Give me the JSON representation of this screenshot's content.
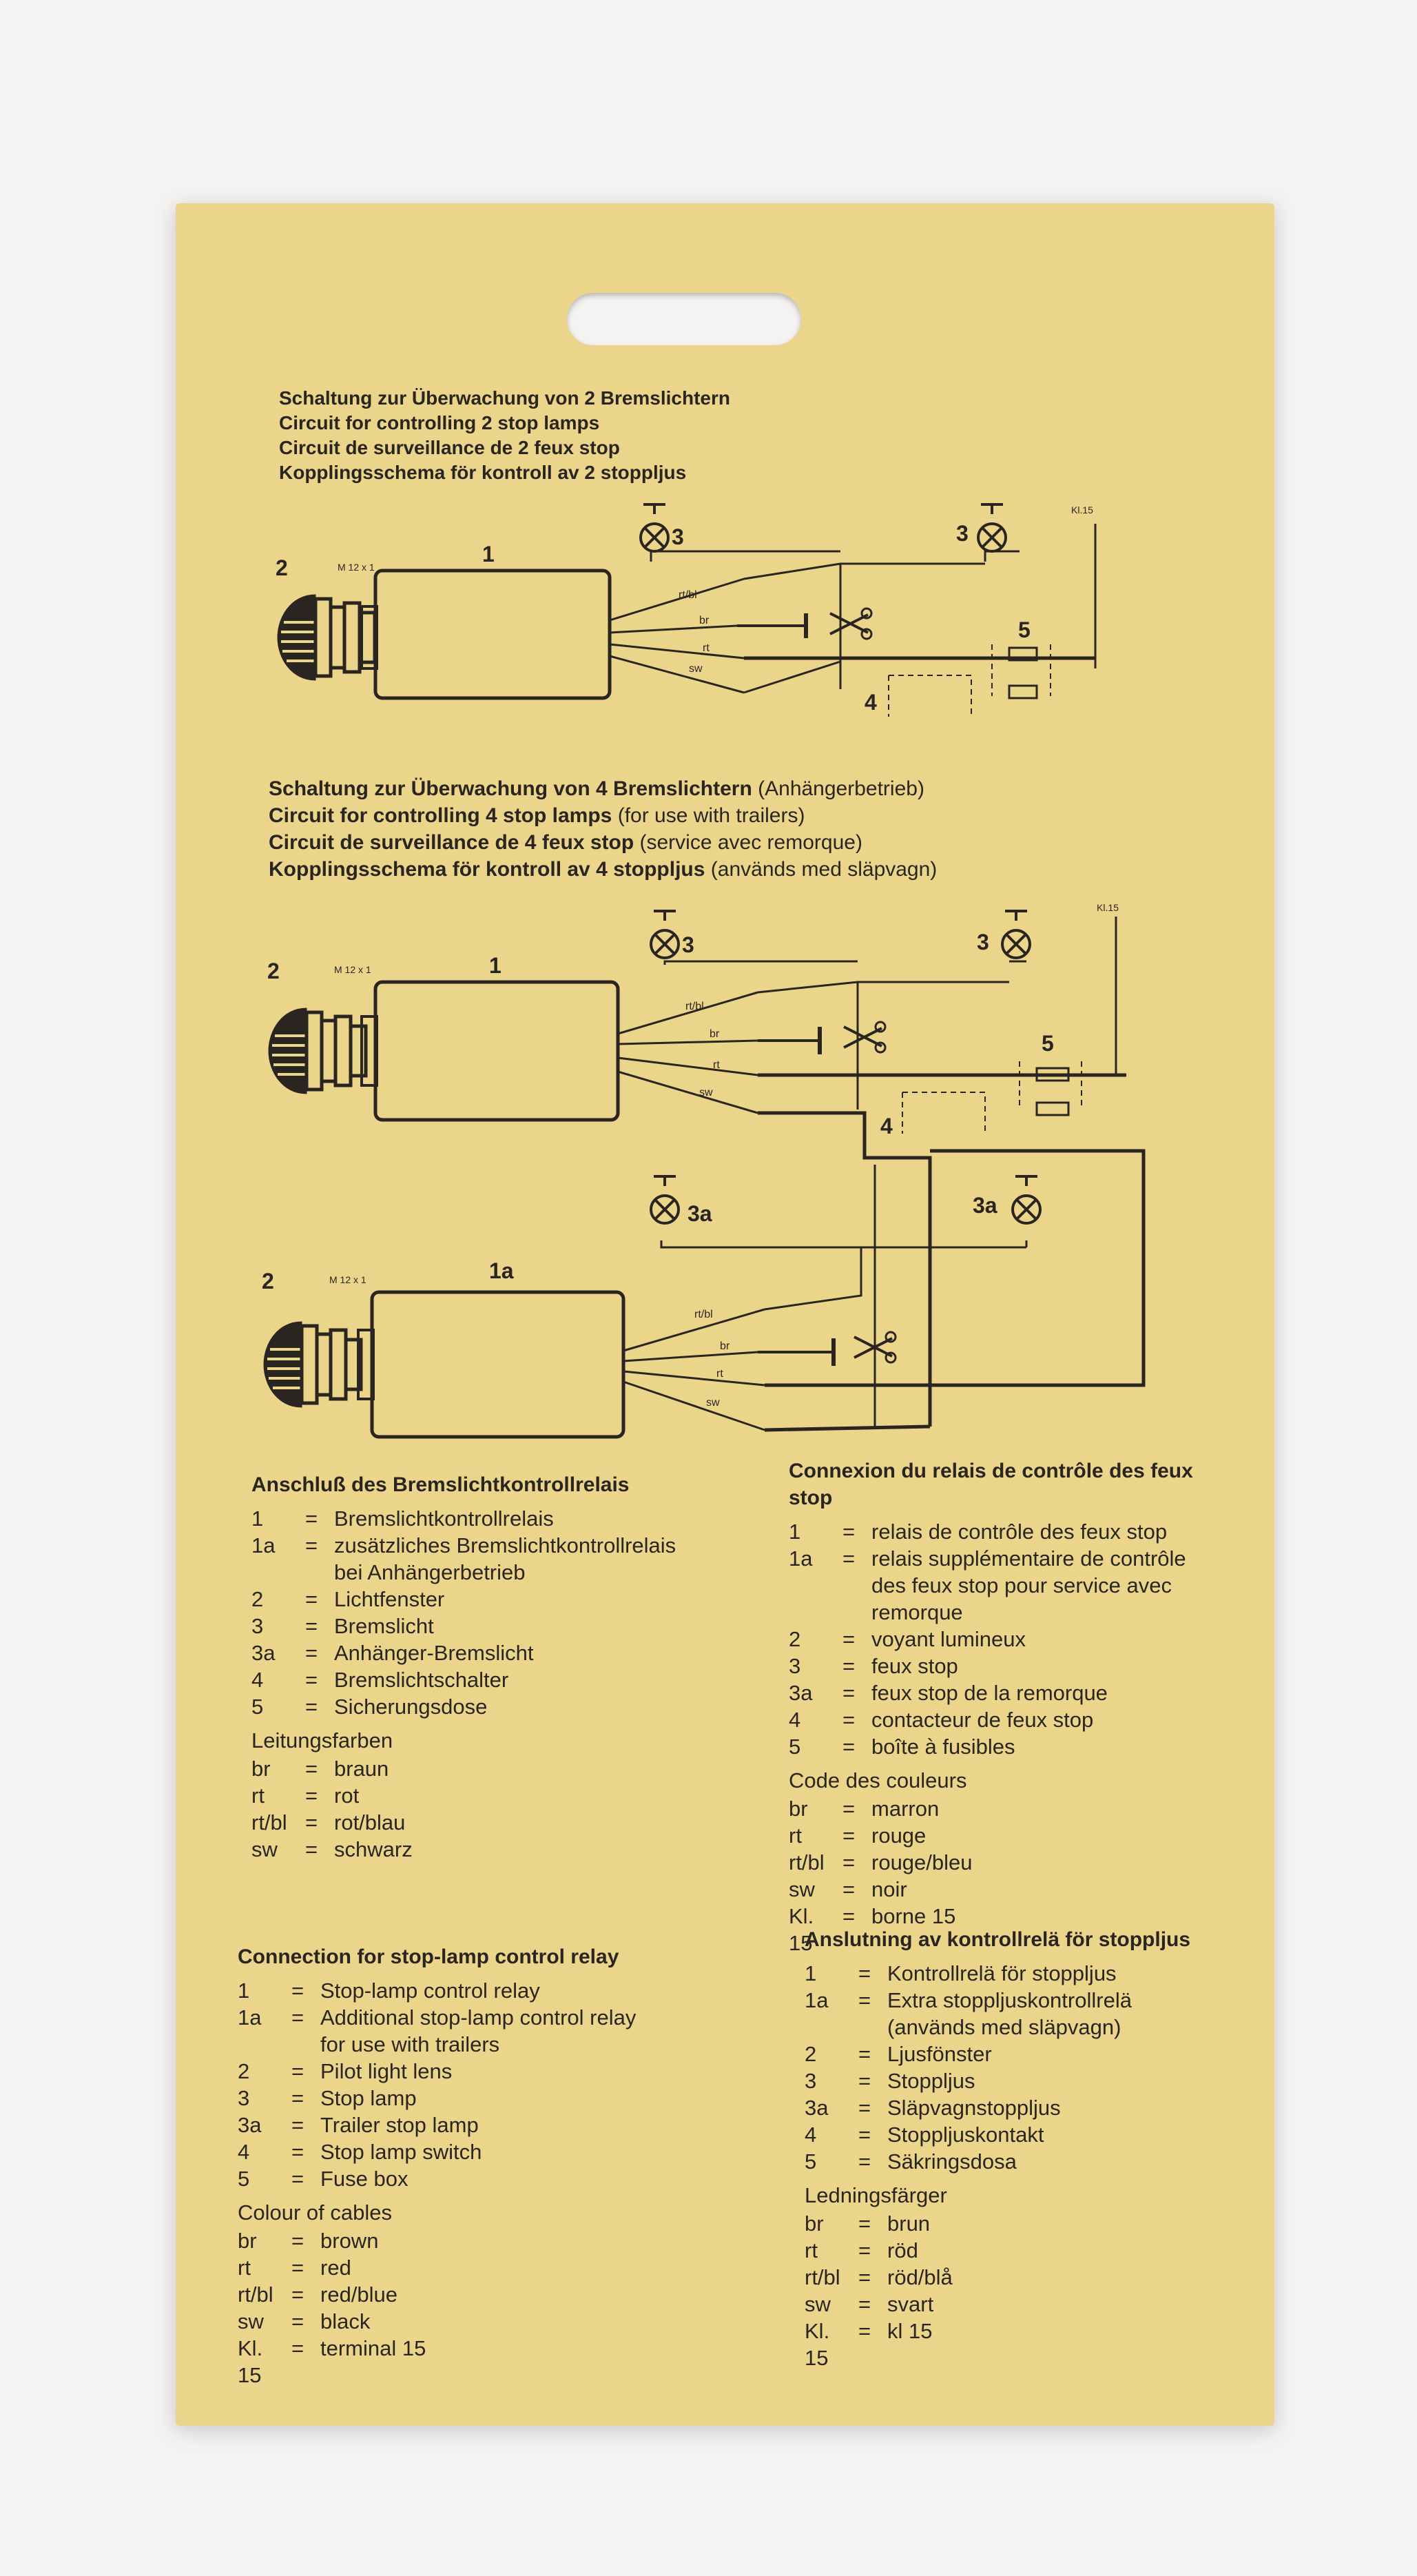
{
  "top_section": {
    "lines": [
      "Schaltung zur Überwachung von 2 Bremslichtern",
      "Circuit for controlling 2 stop lamps",
      "Circuit de surveillance de 2 feux stop",
      "Kopplingsschema för kontroll av 2 stoppljus"
    ]
  },
  "second_section": {
    "lines": [
      {
        "bold": "Schaltung zur Überwachung von 4 Bremslichtern",
        "normal": " (Anhängerbetrieb)"
      },
      {
        "bold": "Circuit for controlling 4 stop lamps",
        "normal": " (for use with trailers)"
      },
      {
        "bold": "Circuit de surveillance de 4 feux stop",
        "normal": " (service avec remorque)"
      },
      {
        "bold": "Kopplingsschema för kontroll av 4 stoppljus",
        "normal": " (används med släpvagn)"
      }
    ]
  },
  "diagram_labels": {
    "relay": "1",
    "relay_extra": "1a",
    "lens": "2",
    "lamp": "3",
    "trailer_lamp": "3a",
    "switch": "4",
    "fuse": "5",
    "thread": "M 12 x 1",
    "terminal": "Kl.15",
    "wire_rtbl": "rt/bl",
    "wire_br": "br",
    "wire_rt": "rt",
    "wire_sw": "sw"
  },
  "legends": {
    "de": {
      "title": "Anschluß des Bremslichtkontrollrelais",
      "items": [
        {
          "k": "1",
          "v": "Bremslichtkontrollrelais"
        },
        {
          "k": "1a",
          "v": "zusätzliches Bremslichtkontrollrelais"
        },
        {
          "k": "",
          "v": "bei Anhängerbetrieb"
        },
        {
          "k": "2",
          "v": "Lichtfenster"
        },
        {
          "k": "3",
          "v": "Bremslicht"
        },
        {
          "k": "3a",
          "v": "Anhänger-Bremslicht"
        },
        {
          "k": "4",
          "v": "Bremslichtschalter"
        },
        {
          "k": "5",
          "v": "Sicherungsdose"
        }
      ],
      "colors_title": "Leitungsfarben",
      "colors": [
        {
          "k": "br",
          "v": "braun"
        },
        {
          "k": "rt",
          "v": "rot"
        },
        {
          "k": "rt/bl",
          "v": "rot/blau"
        },
        {
          "k": "sw",
          "v": "schwarz"
        }
      ]
    },
    "fr": {
      "title": "Connexion du relais de contrôle des feux stop",
      "items": [
        {
          "k": "1",
          "v": "relais de contrôle des feux stop"
        },
        {
          "k": "1a",
          "v": "relais supplémentaire de contrôle"
        },
        {
          "k": "",
          "v": "des feux stop pour service avec"
        },
        {
          "k": "",
          "v": "remorque"
        },
        {
          "k": "2",
          "v": "voyant lumineux"
        },
        {
          "k": "3",
          "v": "feux stop"
        },
        {
          "k": "3a",
          "v": "feux stop de la remorque"
        },
        {
          "k": "4",
          "v": "contacteur de feux stop"
        },
        {
          "k": "5",
          "v": "boîte à fusibles"
        }
      ],
      "colors_title": "Code des couleurs",
      "colors": [
        {
          "k": "br",
          "v": "marron"
        },
        {
          "k": "rt",
          "v": "rouge"
        },
        {
          "k": "rt/bl",
          "v": "rouge/bleu"
        },
        {
          "k": "sw",
          "v": "noir"
        },
        {
          "k": "Kl. 15",
          "v": "borne 15"
        }
      ]
    },
    "en": {
      "title": "Connection for stop-lamp control relay",
      "items": [
        {
          "k": "1",
          "v": "Stop-lamp control relay"
        },
        {
          "k": "1a",
          "v": "Additional stop-lamp control relay"
        },
        {
          "k": "",
          "v": "for use with trailers"
        },
        {
          "k": "2",
          "v": "Pilot light lens"
        },
        {
          "k": "3",
          "v": "Stop lamp"
        },
        {
          "k": "3a",
          "v": "Trailer stop lamp"
        },
        {
          "k": "4",
          "v": "Stop lamp switch"
        },
        {
          "k": "5",
          "v": "Fuse box"
        }
      ],
      "colors_title": "Colour of cables",
      "colors": [
        {
          "k": "br",
          "v": "brown"
        },
        {
          "k": "rt",
          "v": "red"
        },
        {
          "k": "rt/bl",
          "v": "red/blue"
        },
        {
          "k": "sw",
          "v": "black"
        },
        {
          "k": "Kl. 15",
          "v": "terminal 15"
        }
      ]
    },
    "sv": {
      "title": "Anslutning av kontrollrelä för stoppljus",
      "items": [
        {
          "k": "1",
          "v": "Kontrollrelä för stoppljus"
        },
        {
          "k": "1a",
          "v": "Extra stoppljuskontrollrelä"
        },
        {
          "k": "",
          "v": "(används med släpvagn)"
        },
        {
          "k": "2",
          "v": "Ljusfönster"
        },
        {
          "k": "3",
          "v": "Stoppljus"
        },
        {
          "k": "3a",
          "v": "Släpvagnstoppljus"
        },
        {
          "k": "4",
          "v": "Stoppljuskontakt"
        },
        {
          "k": "5",
          "v": "Säkringsdosa"
        }
      ],
      "colors_title": "Ledningsfärger",
      "colors": [
        {
          "k": "br",
          "v": "brun"
        },
        {
          "k": "rt",
          "v": "röd"
        },
        {
          "k": "rt/bl",
          "v": "röd/blå"
        },
        {
          "k": "sw",
          "v": "svart"
        },
        {
          "k": "Kl. 15",
          "v": "kl 15"
        }
      ]
    }
  }
}
